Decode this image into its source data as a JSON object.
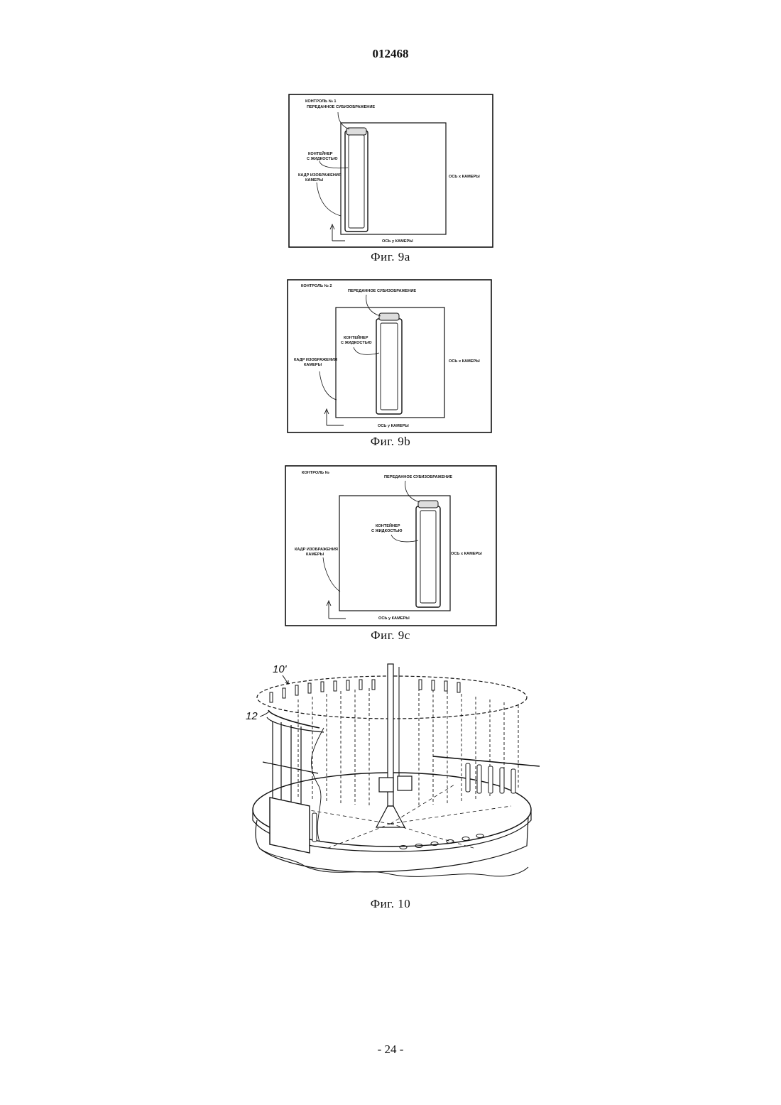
{
  "document": {
    "number": "012468",
    "page_number": "- 24 -"
  },
  "figures": [
    {
      "caption": "Фиг. 9a",
      "labels": {
        "control": "КОНТРОЛЬ № 1",
        "subimage": "ПЕРЕДАННОЕ СУБИЗОБРАЖЕНИЕ",
        "container_1": "КОНТЕЙНЕР",
        "container_2": "С ЖИДКОСТЬЮ",
        "frame_1": "КАДР ИЗОБРАЖЕНИЯ",
        "frame_2": "КАМЕРЫ",
        "x_axis": "ОСЬ x КАМЕРЫ",
        "y_axis": "ОСЬ y КАМЕРЫ"
      }
    },
    {
      "caption": "Фиг. 9b",
      "labels": {
        "control": "КОНТРОЛЬ № 2",
        "subimage": "ПЕРЕДАННОЕ СУБИЗОБРАЖЕНИЕ",
        "container_1": "КОНТЕЙНЕР",
        "container_2": "С ЖИДКОСТЬЮ",
        "frame_1": "КАДР ИЗОБРАЖЕНИЯ",
        "frame_2": "КАМЕРЫ",
        "x_axis": "ОСЬ x КАМЕРЫ",
        "y_axis": "ОСЬ y КАМЕРЫ"
      }
    },
    {
      "caption": "Фиг. 9c",
      "labels": {
        "control": "КОНТРОЛЬ №",
        "subimage": "ПЕРЕДАННОЕ СУБИЗОБРАЖЕНИЕ",
        "container_1": "КОНТЕЙНЕР",
        "container_2": "С ЖИДКОСТЬЮ",
        "frame_1": "КАДР ИЗОБРАЖЕНИЯ",
        "frame_2": "КАМЕРЫ",
        "x_axis": "ОСЬ x КАМЕРЫ",
        "y_axis": "ОСЬ y КАМЕРЫ"
      }
    },
    {
      "caption": "Фиг. 10",
      "labels": {
        "ref_10": "10'",
        "ref_12": "12"
      }
    }
  ]
}
